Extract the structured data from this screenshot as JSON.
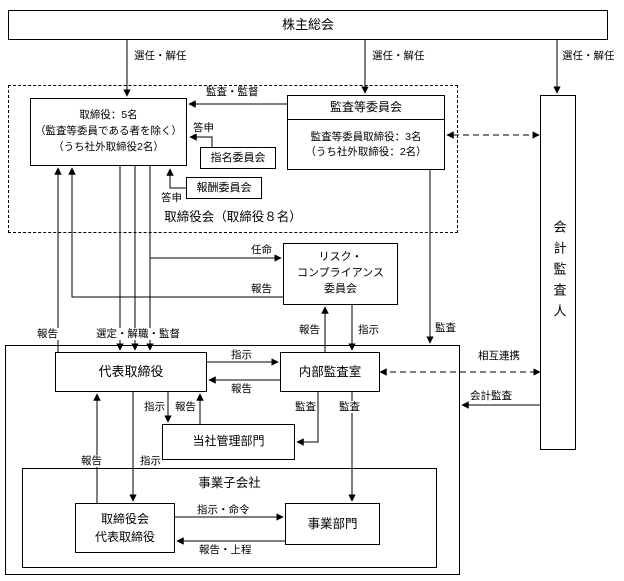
{
  "nodes": {
    "general_meeting": "株主総会",
    "directors": "取締役：5名\n（監査等委員である者を除く）\n（うち社外取締役2名）",
    "audit_committee_title": "監査等委員会",
    "audit_committee_body": "監査等委員取締役：3名\n（うち社外取締役：2名）",
    "nomination_committee": "指名委員会",
    "compensation_committee": "報酬委員会",
    "board_caption": "取締役会（取締役８名）",
    "risk_committee": "リスク・\nコンプライアンス\n委員会",
    "representative_director": "代表取締役",
    "internal_audit_office": "内部監査室",
    "management_division": "当社管理部門",
    "subsidiaries_caption": "事業子会社",
    "subsidiary_board": "取締役会\n代表取締役",
    "business_division": "事業部門",
    "accounting_auditor": "会計監査人"
  },
  "labels": {
    "appoint_dismiss": "選任・解任",
    "audit_supervise": "監査・監督",
    "report_recommend": "答申",
    "appointment": "任命",
    "report": "報告",
    "instruct": "指示",
    "audit": "監査",
    "select_dismiss_supervise": "選定・解職・監督",
    "instruct_order": "指示・命令",
    "report_submit": "報告・上程",
    "mutual_cooperation": "相互連携",
    "accounting_audit": "会計監査"
  },
  "colors": {
    "line": "#000000",
    "box_border": "#000000",
    "background": "#ffffff"
  }
}
